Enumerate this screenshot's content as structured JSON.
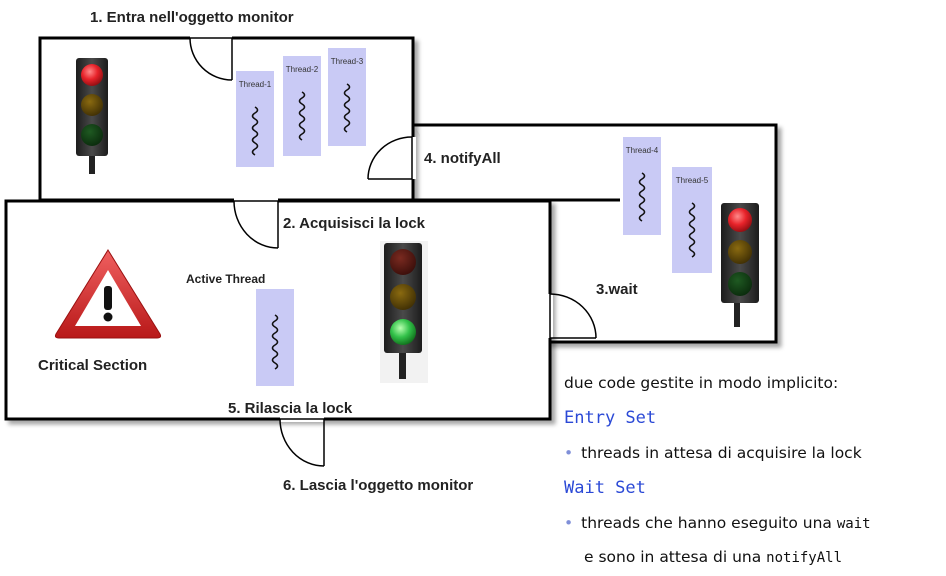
{
  "steps": {
    "step1": "1. Entra nell'oggetto monitor",
    "step2": "2. Acquisisci la lock",
    "step3": "3.wait",
    "step4": "4. notifyAll",
    "step5": "5. Rilascia la lock",
    "step6": "6. Lascia l'oggetto monitor"
  },
  "threads": {
    "entry": [
      "Thread-1",
      "Thread-2",
      "Thread-3"
    ],
    "wait": [
      "Thread-4",
      "Thread-5"
    ],
    "active": "Active Thread"
  },
  "critical_section": "Critical Section",
  "legend": {
    "intro": "due code gestite in modo implicito:",
    "entry_set": "Entry Set",
    "entry_desc": "threads in attesa di acquisire la lock",
    "wait_set": "Wait Set",
    "wait_desc_prefix": "threads che hanno eseguito una ",
    "wait_desc_code": "wait",
    "wait_desc2_prefix": "e sono in attesa di una ",
    "wait_desc2_code": "notifyAll"
  },
  "colors": {
    "thread_box": "#c9caf5",
    "light_red": "#e8232a",
    "light_green": "#33c24a",
    "legend_code": "#2b49d6",
    "warning_red": "#d92b2b"
  },
  "icons": [
    "traffic-light-icon",
    "warning-icon",
    "door-icon",
    "squiggle-icon"
  ]
}
